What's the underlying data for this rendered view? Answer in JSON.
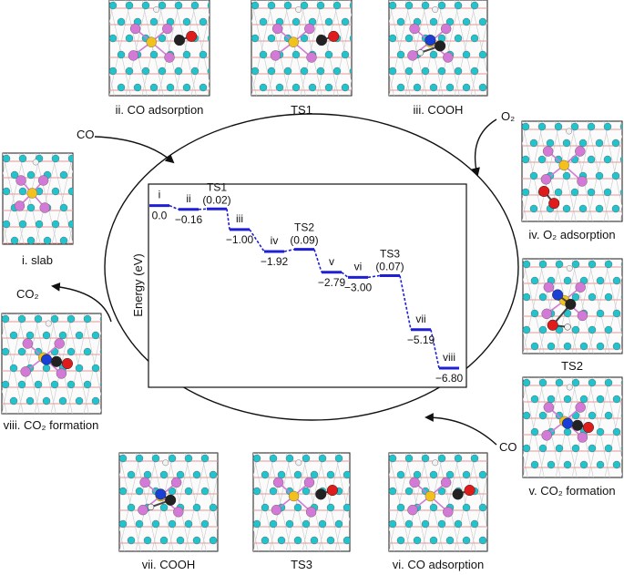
{
  "colors": {
    "energy_line": "#1f1fd6",
    "cyan_atom": "#22c3cc",
    "oxygen_atom": "#e01b1b",
    "pink_atom": "#d27ad6",
    "gold_atom": "#f2c11c",
    "hydrogen_atom": "#f2f2f2",
    "nitrogen_atom": "#1a3fd6",
    "carbon_atom": "#222222",
    "outline": "#1a1a1a"
  },
  "panels": [
    {
      "id": "i",
      "caption": "i. slab",
      "molecule": "none"
    },
    {
      "id": "ii",
      "caption": "ii. CO adsorption",
      "molecule": "CO"
    },
    {
      "id": "ts1",
      "caption": "TS1",
      "molecule": "CO"
    },
    {
      "id": "iii",
      "caption": "iii. COOH",
      "molecule": "COOH"
    },
    {
      "id": "iv",
      "caption": "iv. O₂ adsorption",
      "molecule": "O2"
    },
    {
      "id": "ts2",
      "caption": "TS2",
      "molecule": "NCO"
    },
    {
      "id": "v",
      "caption": "v. CO₂ formation",
      "molecule": "CO2"
    },
    {
      "id": "vi",
      "caption": "vi. CO adsorption",
      "molecule": "CO"
    },
    {
      "id": "ts3",
      "caption": "TS3",
      "molecule": "CO"
    },
    {
      "id": "vii",
      "caption": "vii. COOH",
      "molecule": "COOH"
    },
    {
      "id": "viii",
      "caption": "viii. CO₂ formation",
      "molecule": "CO2"
    }
  ],
  "arrows": [
    {
      "id": "co-in-1",
      "label": "CO"
    },
    {
      "id": "o2-in",
      "label": "O₂"
    },
    {
      "id": "co2-out-1",
      "label": "CO₂"
    },
    {
      "id": "co-in-2",
      "label": "CO"
    }
  ],
  "chart_data": {
    "type": "line",
    "title": "",
    "xlabel": "",
    "ylabel": "Energy (eV)",
    "levels": [
      {
        "name": "i",
        "energy": 0.0,
        "label": "0.0",
        "barrier": ""
      },
      {
        "name": "ii",
        "energy": -0.16,
        "label": "−0.16",
        "barrier": ""
      },
      {
        "name": "TS1",
        "energy": -0.14,
        "label": "",
        "barrier": "(0.02)"
      },
      {
        "name": "iii",
        "energy": -1.0,
        "label": "−1.00",
        "barrier": ""
      },
      {
        "name": "iv",
        "energy": -1.92,
        "label": "−1.92",
        "barrier": ""
      },
      {
        "name": "TS2",
        "energy": -1.83,
        "label": "",
        "barrier": "(0.09)"
      },
      {
        "name": "v",
        "energy": -2.79,
        "label": "−2.79",
        "barrier": ""
      },
      {
        "name": "vi",
        "energy": -3.0,
        "label": "−3.00",
        "barrier": ""
      },
      {
        "name": "TS3",
        "energy": -2.93,
        "label": "",
        "barrier": "(0.07)"
      },
      {
        "name": "vii",
        "energy": -5.19,
        "label": "−5.19",
        "barrier": ""
      },
      {
        "name": "viii",
        "energy": -6.8,
        "label": "−6.80",
        "barrier": ""
      }
    ],
    "ylim": [
      -7.6,
      0.9
    ],
    "grid": false,
    "legend": "none"
  }
}
